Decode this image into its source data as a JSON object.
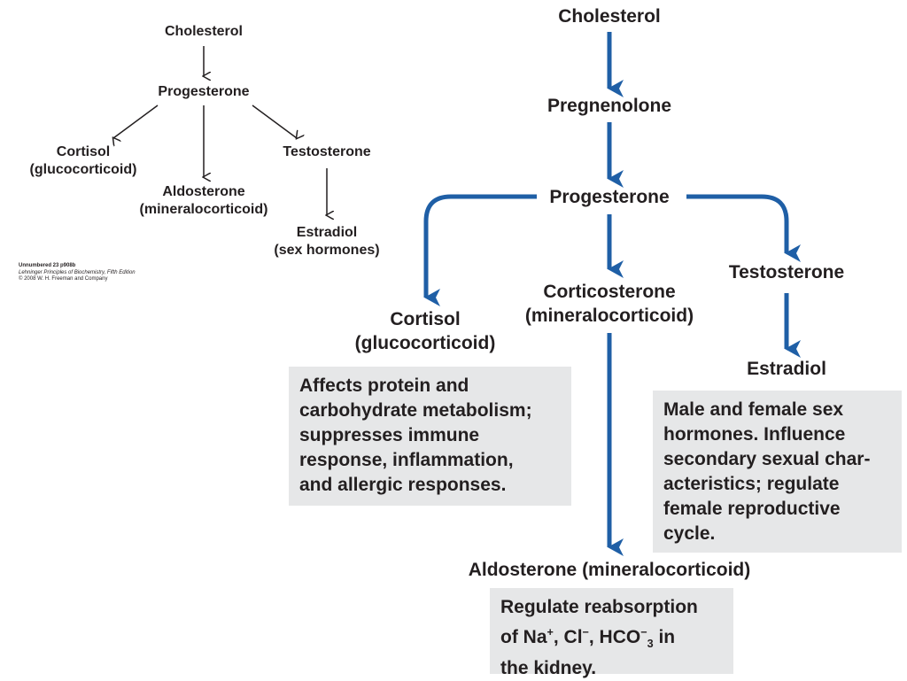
{
  "simple_pathway": {
    "cholesterol": "Cholesterol",
    "progesterone": "Progesterone",
    "cortisol": "Cortisol",
    "cortisol_class": "(glucocorticoid)",
    "aldosterone": "Aldosterone",
    "aldosterone_class": "(mineralocorticoid)",
    "testosterone": "Testosterone",
    "estradiol": "Estradiol",
    "estradiol_class": "(sex hormones)"
  },
  "credit": {
    "line1": "Unnumbered 23 p908b",
    "line2": "Lehninger Principles of Biochemistry, Fifth Edition",
    "line3": "© 2008 W. H. Freeman and Company"
  },
  "detailed_pathway": {
    "cholesterol": "Cholesterol",
    "pregnenolone": "Pregnenolone",
    "progesterone": "Progesterone",
    "testosterone": "Testosterone",
    "corticosterone": "Corticosterone",
    "corticosterone_class": "(mineralocorticoid)",
    "cortisol": "Cortisol",
    "cortisol_class": "(glucocorticoid)",
    "estradiol": "Estradiol",
    "aldosterone": "Aldosterone (mineralocorticoid)",
    "cortisol_box": "Affects protein and\ncarbohydrate metabolism;\nsuppresses immune\nresponse, inflammation,\nand allergic responses.",
    "estradiol_box": "Male and female sex\nhormones. Influence\nsecondary sexual char-\nacteristics; regulate\nfemale reproductive\ncycle.",
    "aldosterone_box_line1": "Regulate reabsorption",
    "aldosterone_box_of": "of Na",
    "aldosterone_box_plus": "+",
    "aldosterone_box_cl": ", Cl",
    "aldosterone_box_minus": "−",
    "aldosterone_box_hco": ", HCO",
    "aldosterone_box_hco_minus": "−",
    "aldosterone_box_hco_sub": "3",
    "aldosterone_box_in": " in",
    "aldosterone_box_line3": "the kidney."
  },
  "colors": {
    "arrow_blue": "#1f5fa6",
    "arrow_black": "#231f20",
    "box_gray": "#e6e7e8"
  }
}
